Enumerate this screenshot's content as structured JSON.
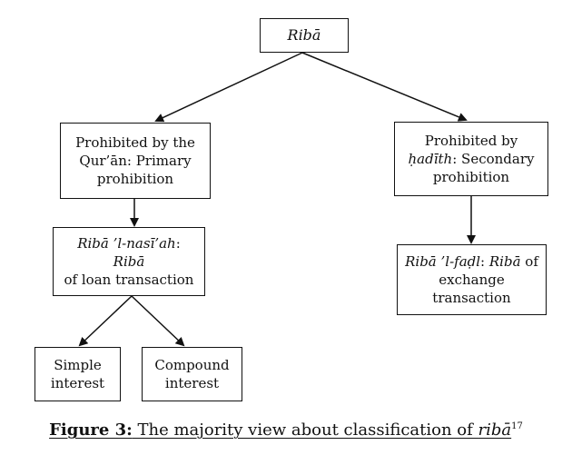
{
  "diagram": {
    "root": {
      "label": "Ribā"
    },
    "primary": {
      "line1": "Prohibited by the",
      "line2": "Qur’ān: Primary",
      "line3": "prohibition"
    },
    "secondary": {
      "line1": "Prohibited by",
      "line2_italic": "ḥadīth",
      "line2_rest": ": Secondary",
      "line3": "prohibition"
    },
    "nasiah": {
      "italic_part": "Ribā ’l-nasī’ah",
      "colon": ": ",
      "italic_riba": "Ribā",
      "line2": "of loan transaction"
    },
    "fadl": {
      "italic_part": "Ribā ’l-faḍl",
      "colon": ": ",
      "italic_riba": "Ribā",
      "of": " of",
      "line2": "exchange",
      "line3": "transaction"
    },
    "simple_interest": {
      "line1": "Simple",
      "line2": "interest"
    },
    "compound_interest": {
      "line1": "Compound",
      "line2": "interest"
    }
  },
  "caption": {
    "label": "Figure 3:",
    "text": " The majority view about classification of ",
    "italic_term": "ribā",
    "footnote": "17"
  }
}
